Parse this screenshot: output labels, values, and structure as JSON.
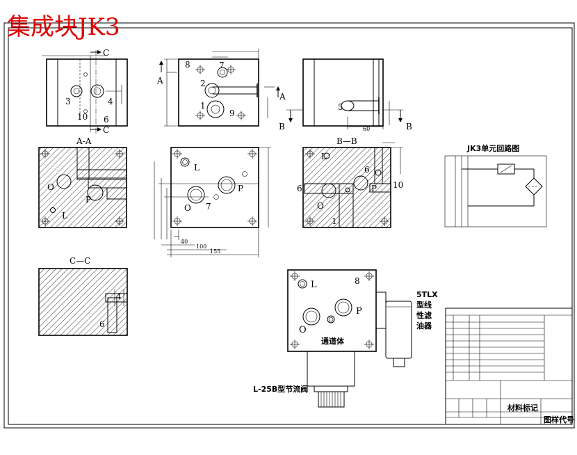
{
  "drawing": {
    "title": "集成块JK3",
    "circuit_title": "JK3单元回路图",
    "section_aa": "A-A",
    "section_bb": "B—B",
    "section_cc": "C—C",
    "channel_body": "通道体",
    "throttle_valve": "L-25B型节流阀",
    "filter_l1": "5TLX",
    "filter_l2": "型线",
    "filter_l3": "性滤",
    "filter_l4": "油器"
  },
  "top_view_left": {
    "c_mark_top": "C",
    "c_mark_bottom": "C",
    "port_3": "3",
    "port_4": "4",
    "port_10": "10",
    "port_6": "6"
  },
  "top_view_mid": {
    "port_8": "8",
    "port_7": "7",
    "port_2": "2",
    "port_1": "1",
    "port_9": "9",
    "a_left": "A",
    "a_right": "A"
  },
  "top_view_right": {
    "port_5": "5",
    "b_left": "B",
    "b_right": "B",
    "dim_60": "60"
  },
  "section_aa_view": {
    "port_o": "O",
    "port_p": "P",
    "port_l": "L"
  },
  "front_view": {
    "port_l": "L",
    "port_p": "P",
    "port_o": "O",
    "port_7": "7",
    "dim_155": "155",
    "dim_100": "100",
    "dim_40": "40"
  },
  "section_bb_view": {
    "port_l": "L",
    "port_6_right": "6",
    "port_6_left": "6",
    "port_p": "P",
    "port_10": "10",
    "port_o": "O",
    "port_1": "1"
  },
  "section_cc_view": {
    "port_4": "4",
    "port_6": "6"
  },
  "assembly_view": {
    "port_l": "L",
    "port_8": "8",
    "port_o": "O",
    "port_p": "P"
  },
  "title_block": {
    "material_label": "材料标记",
    "drawing_no_label": "图样代号"
  }
}
